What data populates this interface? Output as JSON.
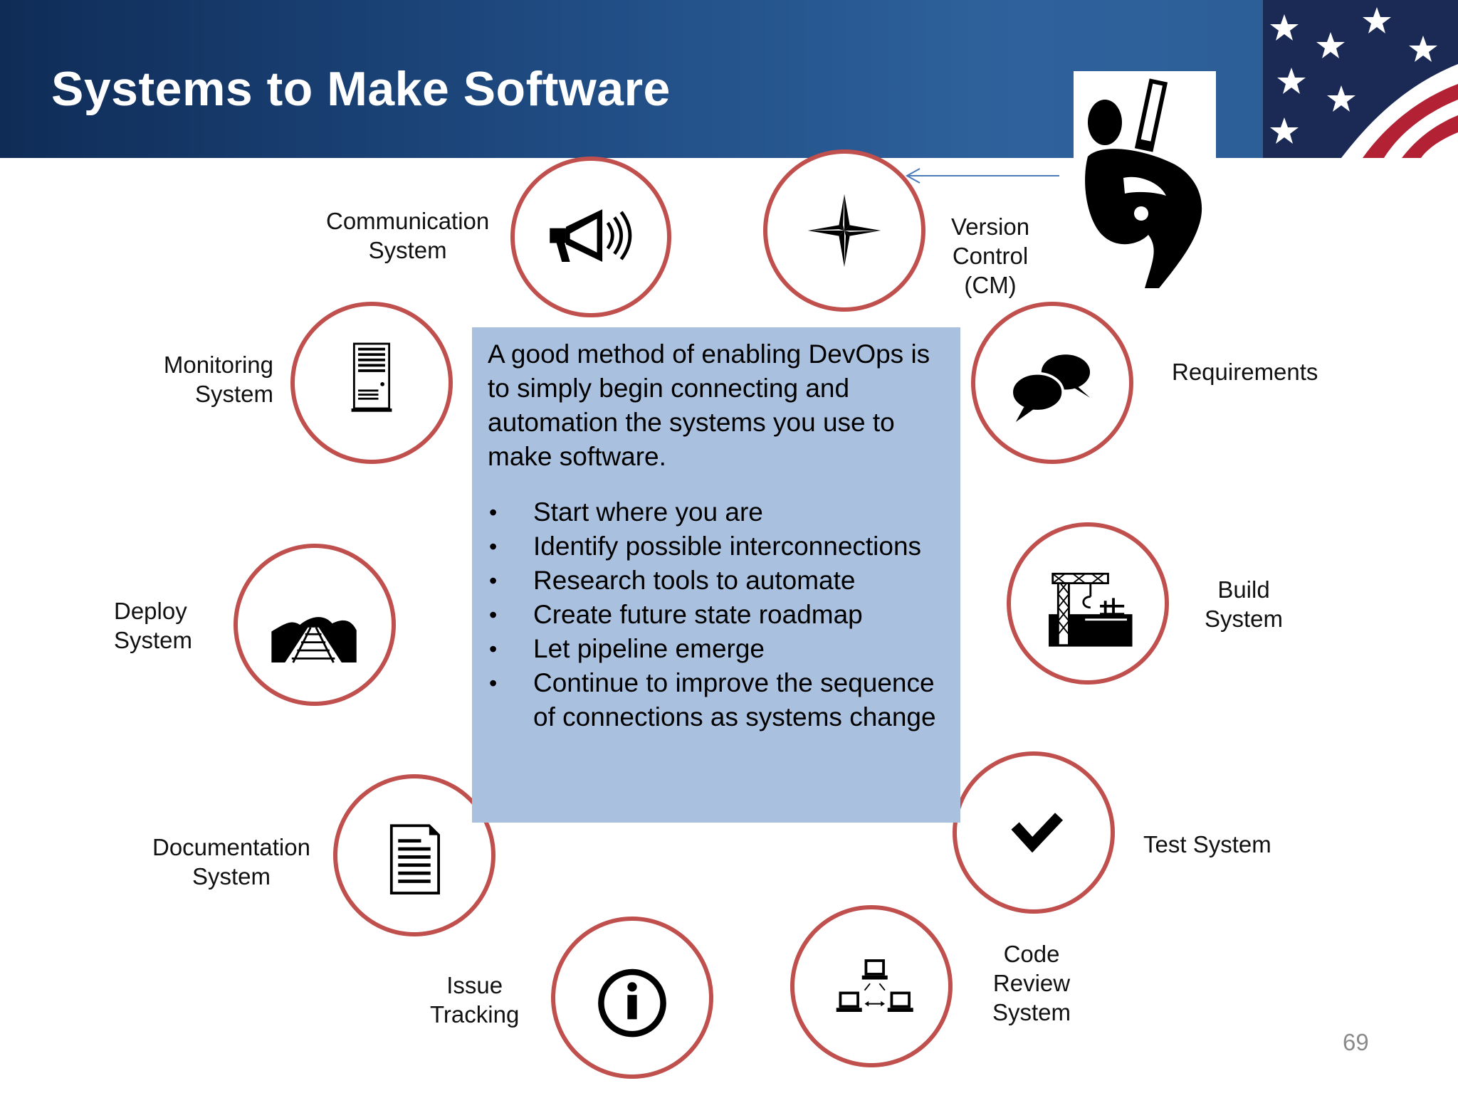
{
  "slide": {
    "title": "Systems to Make Software",
    "page_number": "69"
  },
  "textbox": {
    "intro": "A good method of enabling DevOps is to simply begin connecting and automation the systems you use to make software.",
    "bullets": [
      "Start where you are",
      "Identify possible interconnections",
      "Research tools to automate",
      "Create future state roadmap",
      "Let pipeline emerge",
      "Continue to improve the sequence of connections as systems change"
    ]
  },
  "systems": {
    "communication": {
      "line1": "Communication",
      "line2": "System",
      "icon": "megaphone-icon"
    },
    "version_control": {
      "line1": "Version",
      "line2": "Control",
      "line3": "(CM)",
      "icon": "compass-star-icon"
    },
    "requirements": {
      "line1": "Requirements",
      "icon": "speech-bubbles-icon"
    },
    "monitoring": {
      "line1": "Monitoring",
      "line2": "System",
      "icon": "server-tower-icon"
    },
    "deploy": {
      "line1": "Deploy",
      "line2": "System",
      "icon": "railroad-track-icon"
    },
    "build": {
      "line1": "Build",
      "line2": "System",
      "icon": "crane-construction-icon"
    },
    "documentation": {
      "line1": "Documentation",
      "line2": "System",
      "icon": "document-icon"
    },
    "test": {
      "line1": "Test System",
      "icon": "checkmark-icon"
    },
    "issue_tracking": {
      "line1": "Issue",
      "line2": "Tracking",
      "icon": "info-icon"
    },
    "code_review": {
      "line1": "Code",
      "line2": "Review",
      "line3": "System",
      "icon": "networked-computers-icon"
    }
  },
  "colors": {
    "header": "#1f4b82",
    "circle_border": "#c0504d",
    "textbox_bg": "#a9c0df",
    "arrow": "#4a7ab8"
  }
}
